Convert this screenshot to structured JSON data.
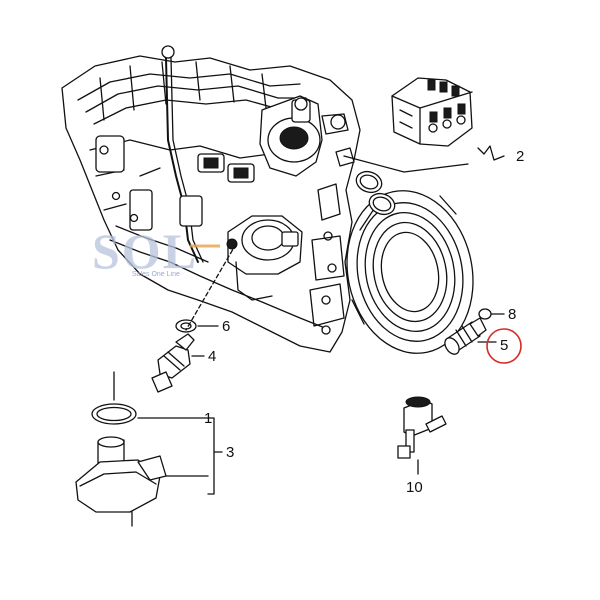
{
  "diagram": {
    "callouts": [
      "1",
      "2",
      "3",
      "4",
      "5",
      "6",
      "8",
      "10"
    ],
    "highlight_color": "#d42a2a",
    "watermark": {
      "logo": "SOL",
      "tagline": "Sales One Line"
    }
  }
}
